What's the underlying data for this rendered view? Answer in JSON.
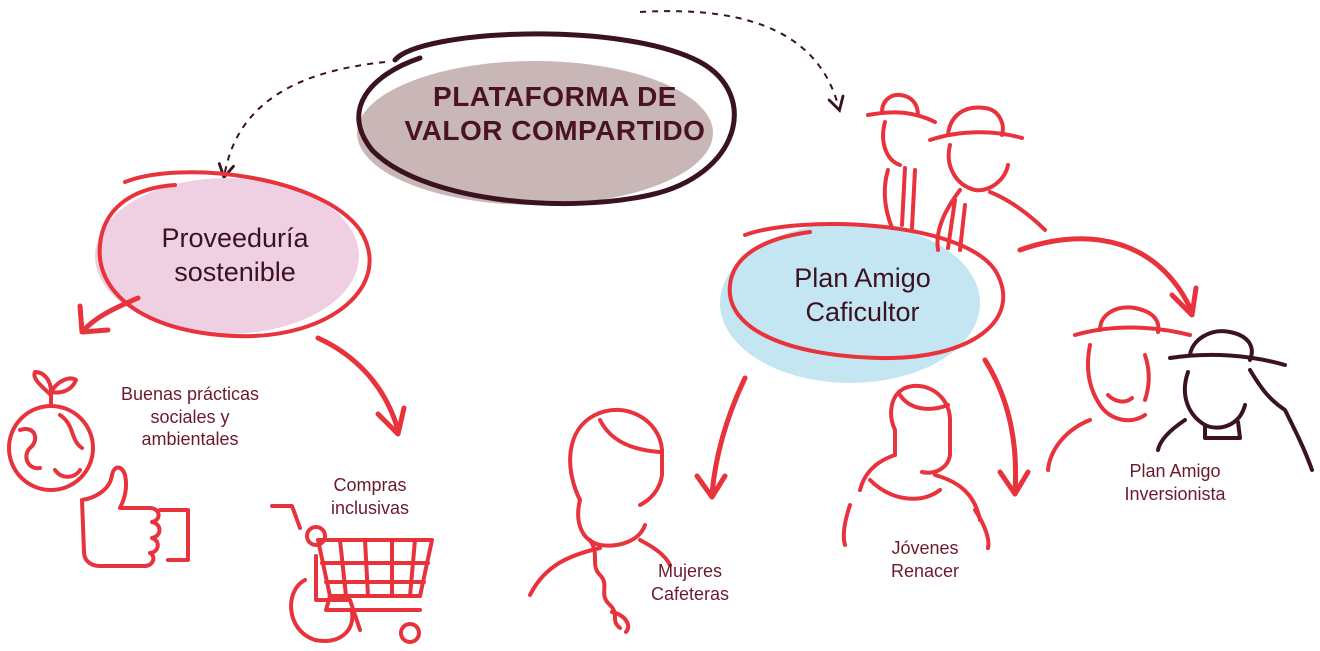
{
  "title": {
    "line1": "PLATAFORMA DE",
    "line2": "VALOR COMPARTIDO"
  },
  "nodes": {
    "proveeduria": {
      "line1": "Proveeduría",
      "line2": "sostenible"
    },
    "plan_amigo": {
      "line1": "Plan Amigo",
      "line2": "Caficultor"
    }
  },
  "leaves": {
    "buenas": {
      "line1": "Buenas prácticas",
      "line2": "sociales y",
      "line3": "ambientales"
    },
    "compras": {
      "line1": "Compras",
      "line2": "inclusivas"
    },
    "mujeres": {
      "line1": "Mujeres",
      "line2": "Cafeteras"
    },
    "jovenes": {
      "line1": "Jóvenes",
      "line2": "Renacer"
    },
    "inversionista": {
      "line1": "Plan Amigo",
      "line2": "Inversionista"
    }
  },
  "colors": {
    "red": "#e8323c",
    "dark": "#3b1320",
    "title_fill": "#c9b7b7",
    "pink_fill": "#efd0e2",
    "blue_fill": "#c4e6f3"
  },
  "icons": [
    "globe-sprout-icon",
    "thumbs-up-icon",
    "shopping-cart-icon",
    "wheelchair-icon",
    "woman-braid-icon",
    "young-person-icon",
    "farmers-hats-icon",
    "investors-hats-icon"
  ]
}
